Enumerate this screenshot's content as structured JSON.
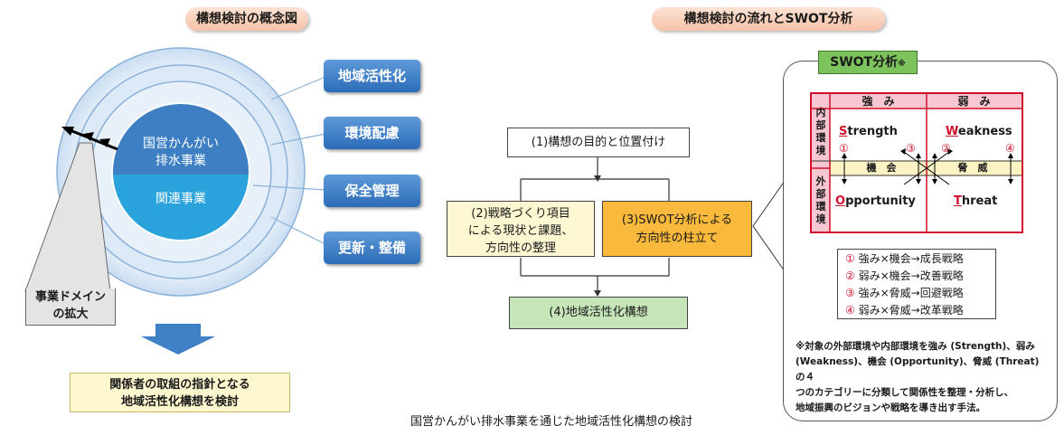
{
  "left": {
    "title": "構想検討の概念図",
    "inner_top": [
      "国営かんがい",
      "排水事業"
    ],
    "inner_bottom": "関連事業",
    "tags": [
      "地域活性化",
      "環境配慮",
      "保全管理",
      "更新・整備"
    ],
    "domain_label": [
      "事業ドメイン",
      "の拡大"
    ],
    "result": [
      "関係者の取組の指針となる",
      "地域活性化構想を検討"
    ]
  },
  "flow": {
    "title": "構想検討の流れとSWOT分析",
    "step1": "(1)構想の目的と位置付け",
    "step2": [
      "(2)戦略づくり項目",
      "による現状と課題、",
      "方向性の整理"
    ],
    "step3": [
      "(3)SWOT分析による",
      "方向性の柱立て"
    ],
    "step4": "(4)地域活性化構想"
  },
  "swot": {
    "title": "SWOT分析",
    "title_mark": "※",
    "header_strong": "強　み",
    "header_weak": "弱　み",
    "side_internal": [
      "内",
      "部",
      "環",
      "境"
    ],
    "side_external": [
      "外",
      "部",
      "環",
      "境"
    ],
    "strength_initial": "S",
    "strength_rest": "trength",
    "weakness_initial": "W",
    "weakness_rest": "eakness",
    "opportunity_initial": "O",
    "opportunity_rest": "pportunity",
    "threat_initial": "T",
    "threat_rest": "hreat",
    "opportunity_row": "機　会",
    "threat_row": "脅　威",
    "markers": [
      "①",
      "②",
      "③",
      "④"
    ],
    "strategies": [
      {
        "num": "①",
        "text": "強み×機会→成長戦略"
      },
      {
        "num": "②",
        "text": "弱み×機会→改善戦略"
      },
      {
        "num": "③",
        "text": "強み×脅威→回避戦略"
      },
      {
        "num": "④",
        "text": "弱み×脅威→改革戦略"
      }
    ],
    "note": [
      "※対象の外部環境や内部環境を強み (Strength)、弱み",
      "(Weakness)、機会 (Opportunity)、脅威 (Threat) の４",
      "つのカテゴリーに分類して関係性を整理・分析し、",
      "地域振興のビジョンや戦略を導き出す手法。"
    ]
  },
  "caption": "国営かんがい排水事業を通じた地域活性化構想の検討",
  "colors": {
    "ring_outer": "#d7e6f5",
    "inner_top": "#3e7fc4",
    "inner_bottom": "#2aa3dc",
    "tag_blue": "#2c6cb8",
    "flow_yellow": "#fdf8d2",
    "flow_orange": "#f8b93c",
    "flow_green": "#c6e5b9",
    "swot_red": "#d0102a",
    "swot_label_green": "#7dc35c"
  }
}
